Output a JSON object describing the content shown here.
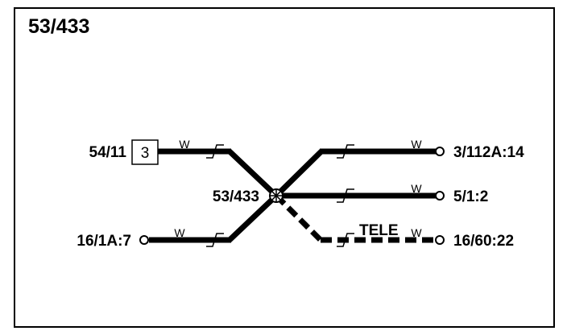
{
  "diagram": {
    "title": "53/433",
    "splice_label": "53/433",
    "left_top": {
      "label": "54/11",
      "box_number": "3",
      "wire_code": "W"
    },
    "left_bottom": {
      "label": "16/1A:7",
      "wire_code": "W"
    },
    "right_top": {
      "label": "3/112A:14",
      "wire_code": "W"
    },
    "right_mid": {
      "label": "5/1:2",
      "wire_code": "W"
    },
    "right_bottom": {
      "label": "16/60:22",
      "wire_code": "W",
      "option_label": "TELE"
    }
  }
}
